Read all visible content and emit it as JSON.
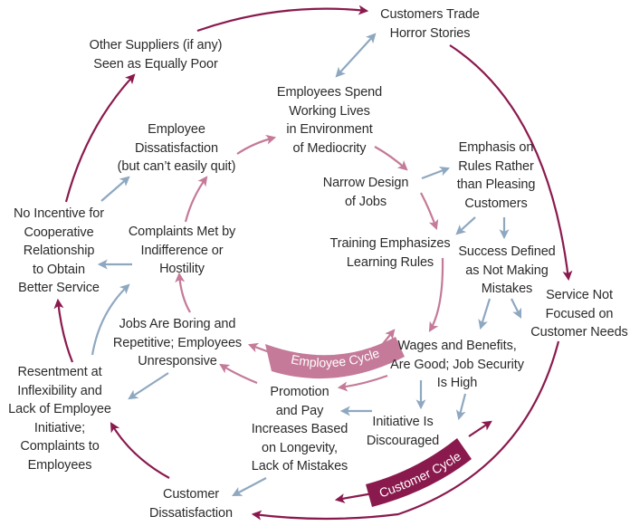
{
  "colors": {
    "customer_cycle": "#8a1a4e",
    "employee_cycle": "#c47a98",
    "link": "#8ea8c0",
    "text": "#2b2b2b",
    "badge_text": "#ffffff"
  },
  "nodes": {
    "customers_trade_horror_stories": {
      "lines": [
        "Customers Trade",
        "Horror Stories"
      ]
    },
    "other_suppliers": {
      "lines": [
        "Other Suppliers (if any)",
        "Seen as Equally Poor"
      ]
    },
    "employees_spend_working_lives": {
      "lines": [
        "Employees Spend",
        "Working Lives",
        "in Environment",
        "of Mediocrity"
      ]
    },
    "employee_dissatisfaction": {
      "lines": [
        "Employee",
        "Dissatisfaction",
        "(but can’t easily quit)"
      ]
    },
    "emphasis_on_rules": {
      "lines": [
        "Emphasis on",
        "Rules Rather",
        "than Pleasing",
        "Customers"
      ]
    },
    "narrow_design_of_jobs": {
      "lines": [
        "Narrow Design",
        "of Jobs"
      ]
    },
    "no_incentive": {
      "lines": [
        "No Incentive for",
        "Cooperative",
        "Relationship",
        "to Obtain",
        "Better Service"
      ]
    },
    "complaints_met": {
      "lines": [
        "Complaints Met by",
        "Indifference or",
        "Hostility"
      ]
    },
    "training_emphasizes": {
      "lines": [
        "Training Emphasizes",
        "Learning Rules"
      ]
    },
    "success_defined": {
      "lines": [
        "Success Defined",
        "as Not Making",
        "Mistakes"
      ]
    },
    "service_not_focused": {
      "lines": [
        "Service Not",
        "Focused on",
        "Customer Needs"
      ]
    },
    "jobs_boring": {
      "lines": [
        "Jobs Are Boring and",
        "Repetitive; Employees",
        "Unresponsive"
      ]
    },
    "wages_good": {
      "lines": [
        "Wages and Benefits,",
        "Are Good; Job Security",
        "Is High"
      ]
    },
    "resentment": {
      "lines": [
        "Resentment at",
        "Inflexibility and",
        "Lack of Employee",
        "Initiative;",
        "Complaints to",
        "Employees"
      ]
    },
    "promotion_pay": {
      "lines": [
        "Promotion",
        "and Pay",
        "Increases Based",
        "on Longevity,",
        "Lack of Mistakes"
      ]
    },
    "initiative_discouraged": {
      "lines": [
        "Initiative Is",
        "Discouraged"
      ]
    },
    "customer_dissatisfaction": {
      "lines": [
        "Customer",
        "Dissatisfaction"
      ]
    }
  },
  "badges": {
    "employee_cycle": "Employee Cycle",
    "customer_cycle": "Customer Cycle"
  }
}
